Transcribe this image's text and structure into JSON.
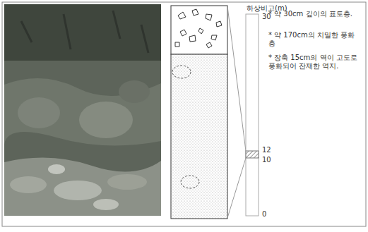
{
  "diagram": {
    "labels": [
      "하상비고(m)",
      "30",
      "* 약 30cm 깊이의 표토층.",
      "* 약 170cm의 치밀한 풍화층",
      "* 장축 15cm의 역이 고도로 풍화되어 잔재한 역지.",
      "12",
      "10",
      "0"
    ]
  }
}
